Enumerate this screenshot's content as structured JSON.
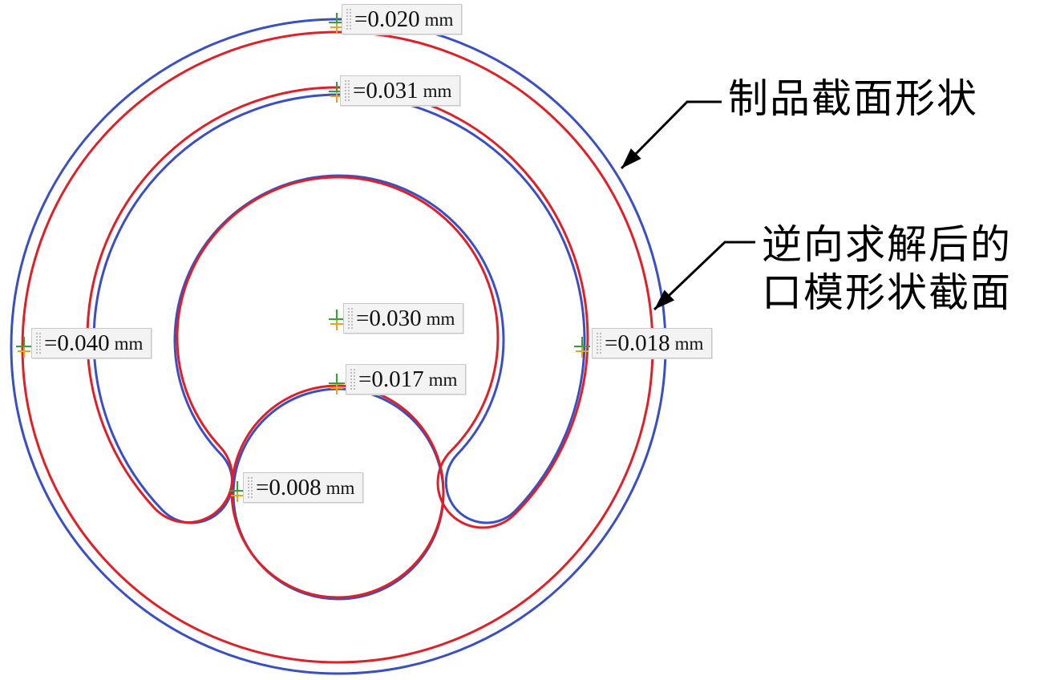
{
  "labels": {
    "product_section": "制品截面形状",
    "die_section_line1": "逆向求解后的",
    "die_section_line2": "口模形状截面"
  },
  "deviations": [
    {
      "id": "outer-top",
      "value": "=0.020",
      "unit": "mm"
    },
    {
      "id": "middle-top",
      "value": "=0.031",
      "unit": "mm"
    },
    {
      "id": "outer-left",
      "value": "=0.040",
      "unit": "mm"
    },
    {
      "id": "inner-arc-top",
      "value": "=0.030",
      "unit": "mm"
    },
    {
      "id": "middle-right",
      "value": "=0.018",
      "unit": "mm"
    },
    {
      "id": "small-circle-top",
      "value": "=0.017",
      "unit": "mm"
    },
    {
      "id": "small-circle-left",
      "value": "=0.008",
      "unit": "mm"
    }
  ],
  "colors": {
    "product_contour": "#3a4fc4",
    "die_contour": "#e01f26",
    "marker_green": "#2fa52f",
    "marker_orange": "#f0a020"
  }
}
